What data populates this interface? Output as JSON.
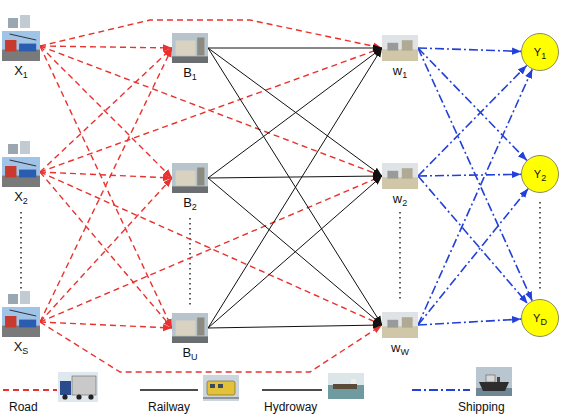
{
  "diagram": {
    "nodes": [
      {
        "text": [
          "X1"
        ]
      },
      {
        "text": [
          "X2"
        ]
      },
      {
        "text": [
          "XS"
        ]
      },
      {
        "text": [
          "B1"
        ]
      },
      {
        "text": [
          "B2"
        ]
      },
      {
        "text": [
          "BU"
        ]
      },
      {
        "text": [
          "w1"
        ]
      },
      {
        "text": [
          "w2"
        ]
      },
      {
        "text": [
          "wW"
        ]
      },
      {
        "text": [
          "Y1"
        ]
      },
      {
        "text": [
          "Y2"
        ]
      },
      {
        "text": [
          "YD"
        ]
      }
    ],
    "edges": [
      {
        "from": 0,
        "to": 3,
        "arrow": "to"
      },
      {
        "from": 0,
        "to": 4,
        "arrow": "to"
      },
      {
        "from": 0,
        "to": 5,
        "arrow": "to"
      },
      {
        "from": 0,
        "to": 6,
        "arrow": "to"
      },
      {
        "from": 0,
        "to": 7,
        "arrow": "to"
      },
      {
        "from": 1,
        "to": 3,
        "arrow": "to"
      },
      {
        "from": 1,
        "to": 4,
        "arrow": "to"
      },
      {
        "from": 1,
        "to": 5,
        "arrow": "to"
      },
      {
        "from": 1,
        "to": 6,
        "arrow": "to"
      },
      {
        "from": 1,
        "to": 8,
        "arrow": "to"
      },
      {
        "from": 2,
        "to": 3,
        "arrow": "to"
      },
      {
        "from": 2,
        "to": 4,
        "arrow": "to"
      },
      {
        "from": 2,
        "to": 5,
        "arrow": "to"
      },
      {
        "from": 2,
        "to": 7,
        "arrow": "to"
      },
      {
        "from": 2,
        "to": 8,
        "arrow": "to"
      },
      {
        "from": 3,
        "to": 6,
        "arrow": "to"
      },
      {
        "from": 3,
        "to": 7,
        "arrow": "to"
      },
      {
        "from": 3,
        "to": 8,
        "arrow": "to"
      },
      {
        "from": 4,
        "to": 6,
        "arrow": "to"
      },
      {
        "from": 4,
        "to": 7,
        "arrow": "to"
      },
      {
        "from": 4,
        "to": 8,
        "arrow": "to"
      },
      {
        "from": 5,
        "to": 6,
        "arrow": "to"
      },
      {
        "from": 5,
        "to": 7,
        "arrow": "to"
      },
      {
        "from": 5,
        "to": 8,
        "arrow": "to"
      },
      {
        "from": 6,
        "to": 9,
        "arrow": "to"
      },
      {
        "from": 6,
        "to": 10,
        "arrow": "to"
      },
      {
        "from": 6,
        "to": 11,
        "arrow": "to"
      },
      {
        "from": 7,
        "to": 9,
        "arrow": "to"
      },
      {
        "from": 7,
        "to": 10,
        "arrow": "to"
      },
      {
        "from": 7,
        "to": 11,
        "arrow": "to"
      },
      {
        "from": 8,
        "to": 9,
        "arrow": "to"
      },
      {
        "from": 8,
        "to": 10,
        "arrow": "to"
      },
      {
        "from": 8,
        "to": 11,
        "arrow": "to"
      }
    ],
    "legend": [
      {
        "text": "Road"
      },
      {
        "text": "Railway"
      },
      {
        "text": "Hydroway"
      },
      {
        "text": "Shipping"
      }
    ]
  }
}
